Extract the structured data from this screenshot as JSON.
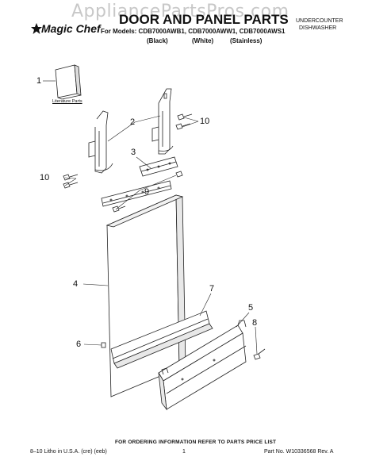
{
  "watermark": "AppliancePartsPros.com",
  "brand": "Magic Chef",
  "title": "DOOR AND PANEL PARTS",
  "models": "For Models: CDB7000AWB1, CDB7000AWW1, CDB7000AWS1",
  "finishes": [
    "(Black)",
    "(White)",
    "(Stainless)"
  ],
  "category": [
    "UNDERCOUNTER",
    "DISHWASHER"
  ],
  "literature_label": "Literature Parts",
  "callouts": [
    "1",
    "2",
    "10",
    "3",
    "10",
    "9",
    "4",
    "7",
    "5",
    "8",
    "6"
  ],
  "footer": {
    "note": "FOR ORDERING INFORMATION REFER TO PARTS PRICE LIST",
    "left": "8–10 Litho in U.S.A. (cre) (eeb)",
    "page": "1",
    "right": "Part No. W10336568 Rev. A"
  }
}
